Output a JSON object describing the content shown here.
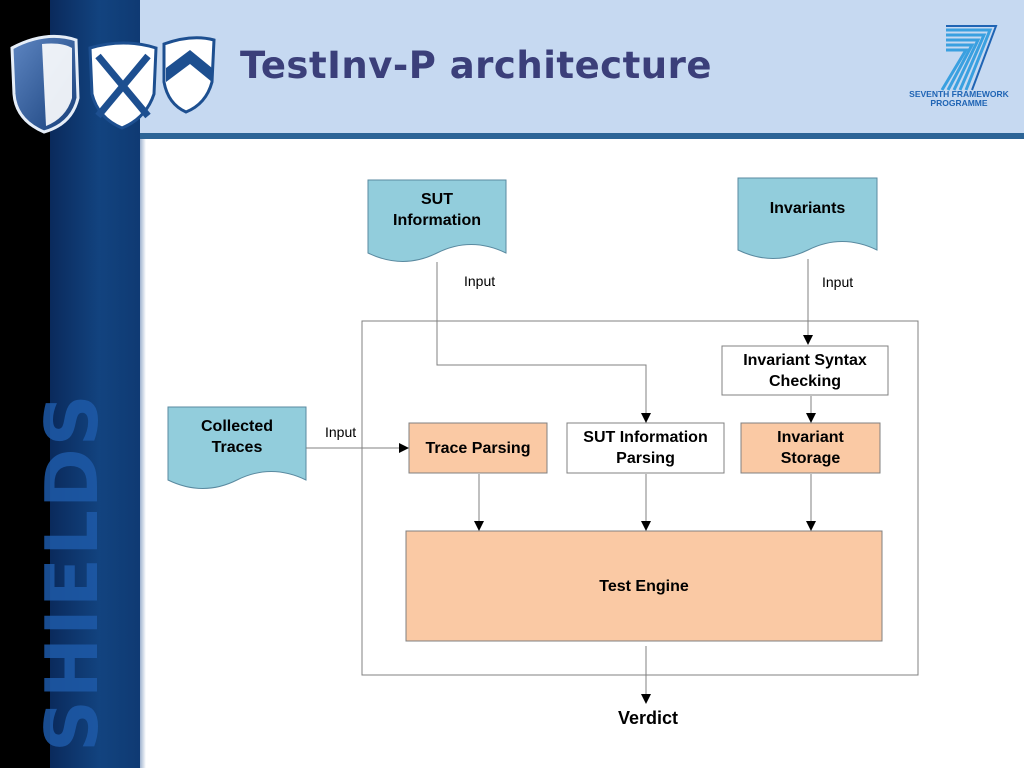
{
  "slide": {
    "title": "TestInv-P architecture",
    "side_word": "SHIELDS",
    "fp7_line1": "SEVENTH FRAMEWORK",
    "fp7_line2": "PROGRAMME"
  },
  "diagram": {
    "inputs": {
      "sut_information": "SUT\nInformation",
      "invariants": "Invariants",
      "collected_traces": "Collected\nTraces"
    },
    "processes": {
      "trace_parsing": "Trace Parsing",
      "sut_information_parsing": "SUT Information\nParsing",
      "invariant_syntax_checking": "Invariant Syntax\nChecking",
      "invariant_storage": "Invariant\nStorage",
      "test_engine": "Test Engine"
    },
    "edge_labels": {
      "sut_input": "Input",
      "invariants_input": "Input",
      "traces_input": "Input"
    },
    "output": "Verdict"
  },
  "colors": {
    "document_fill": "#92cddc",
    "process_fill_highlight": "#fac9a4",
    "process_fill_plain": "#ffffff",
    "header_bg": "#c6d9f1",
    "side_band": "#12437f",
    "title_color": "#3b3f7a"
  }
}
